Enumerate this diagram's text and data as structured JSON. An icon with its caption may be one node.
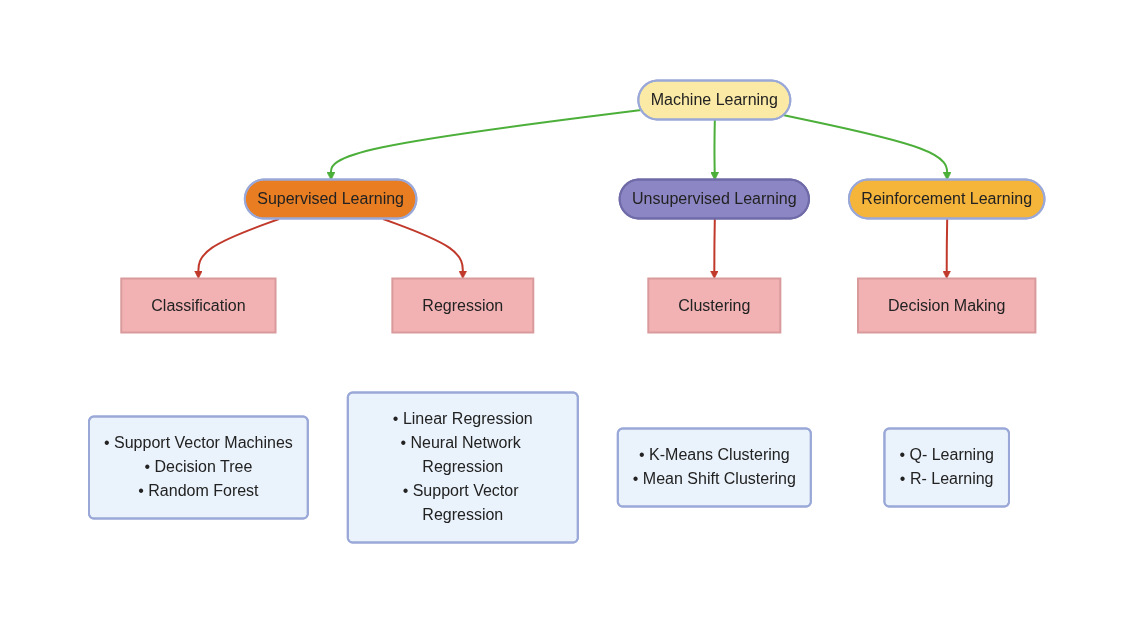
{
  "diagram": {
    "nodes": [
      {
        "text": [
          "Machine Learning"
        ]
      },
      {
        "text": [
          "Supervised Learning"
        ]
      },
      {
        "text": [
          "Unsupervised Learning"
        ]
      },
      {
        "text": [
          "Reinforcement Learning"
        ]
      },
      {
        "text": [
          "Classification"
        ]
      },
      {
        "text": [
          "Regression"
        ]
      },
      {
        "text": [
          "Clustering"
        ]
      },
      {
        "text": [
          "Decision Making"
        ]
      },
      {
        "text": [
          "• Support Vector Machines",
          "• Decision Tree",
          "• Random Forest"
        ]
      },
      {
        "text": [
          "• Linear Regression",
          "• Neural Network Regression",
          "• Support Vector Regression"
        ]
      },
      {
        "text": [
          "• K-Means Clustering",
          "• Mean Shift Clustering"
        ]
      },
      {
        "text": [
          "• Q- Learning",
          "• R- Learning"
        ]
      }
    ],
    "edges": [
      {
        "from": 0,
        "to": 1,
        "arrow": "to",
        "color": "#4caf3a"
      },
      {
        "from": 0,
        "to": 2,
        "arrow": "to",
        "color": "#4caf3a"
      },
      {
        "from": 0,
        "to": 3,
        "arrow": "to",
        "color": "#4caf3a"
      },
      {
        "from": 1,
        "to": 4,
        "arrow": "to",
        "color": "#c0392b"
      },
      {
        "from": 1,
        "to": 5,
        "arrow": "to",
        "color": "#c0392b"
      },
      {
        "from": 2,
        "to": 6,
        "arrow": "to",
        "color": "#c0392b"
      },
      {
        "from": 3,
        "to": 7,
        "arrow": "to",
        "color": "#c0392b"
      }
    ]
  }
}
